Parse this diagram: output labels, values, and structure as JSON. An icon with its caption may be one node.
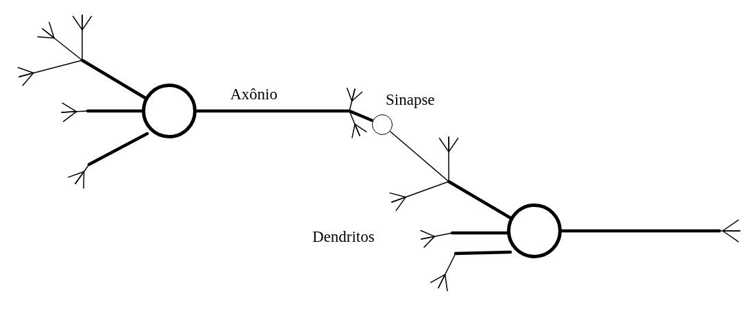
{
  "diagram": {
    "nodes": [
      {
        "text": [],
        "shape": "circle"
      },
      {
        "text": [],
        "shape": "circle"
      },
      {
        "text": [],
        "shape": "circle",
        "beside": [
          "Sinapse"
        ]
      }
    ],
    "edges": [
      {
        "from": 0,
        "to": 2,
        "arrow": "none",
        "label": "Axônio",
        "style": "thick"
      },
      {
        "from": 2,
        "to": 1,
        "arrow": "none"
      }
    ],
    "labels": [
      "Dendritos"
    ]
  }
}
